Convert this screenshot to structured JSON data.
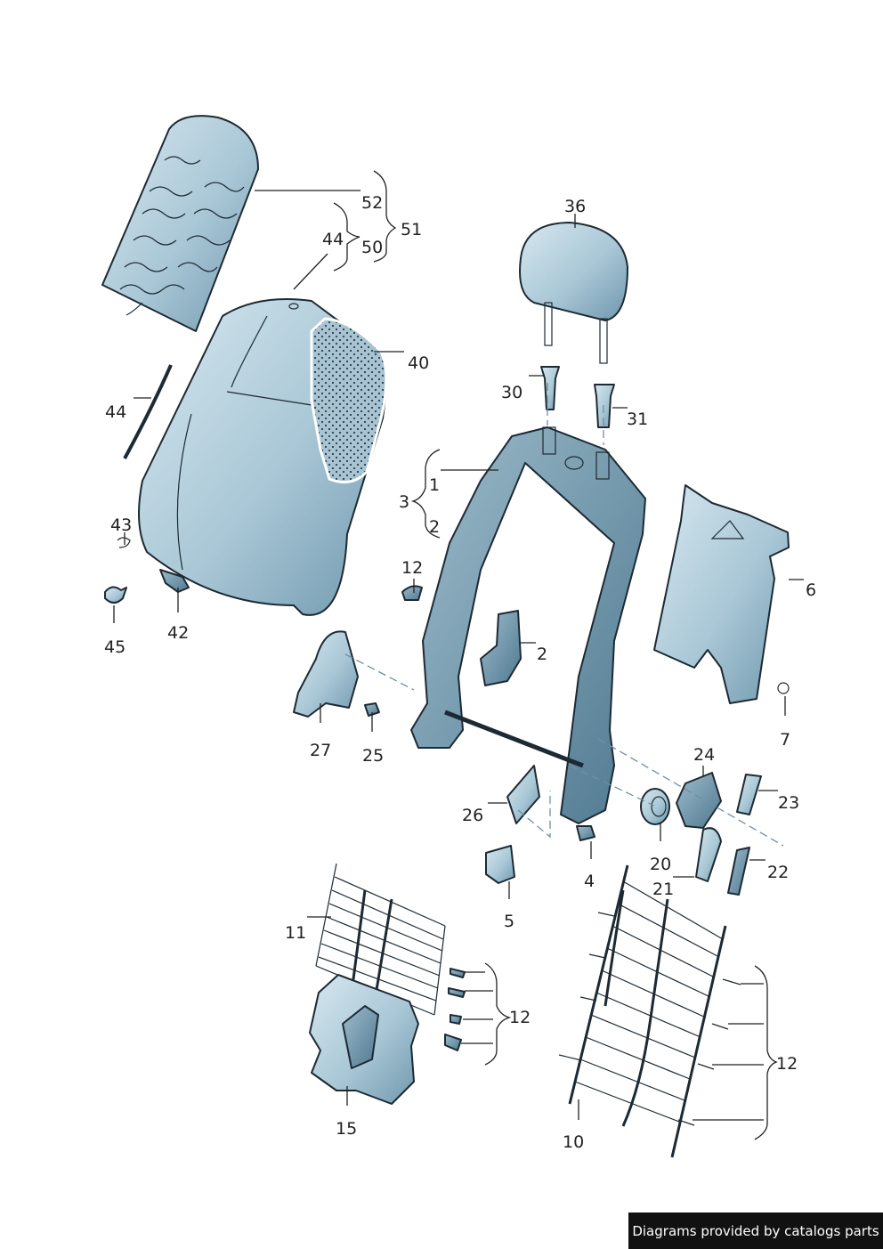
{
  "diagram": {
    "callouts": {
      "c1": "1",
      "c2a": "2",
      "c2b": "2",
      "c3": "3",
      "c4": "4",
      "c5": "5",
      "c6": "6",
      "c7": "7",
      "c10": "10",
      "c11": "11",
      "c12a": "12",
      "c12b": "12",
      "c12c": "12",
      "c15": "15",
      "c20": "20",
      "c21": "21",
      "c22": "22",
      "c23": "23",
      "c24": "24",
      "c25": "25",
      "c26": "26",
      "c27": "27",
      "c30": "30",
      "c31": "31",
      "c36": "36",
      "c40": "40",
      "c42": "42",
      "c43": "43",
      "c44a": "44",
      "c44b": "44",
      "c45": "45",
      "c50": "50",
      "c51": "51",
      "c52": "52"
    },
    "colors": {
      "part_fill": "#b8d3e0",
      "part_shade": "#7fa3b8",
      "outline": "#1d2a33"
    }
  },
  "footer": {
    "credit": "Diagrams provided by catalogs parts"
  }
}
